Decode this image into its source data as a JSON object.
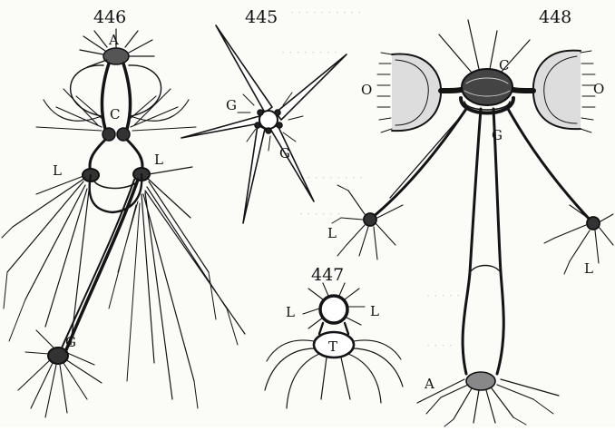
{
  "figures": {
    "fig446": {
      "number": "446",
      "labels": {
        "A": "A",
        "C": "C",
        "L_left": "L",
        "L_right": "L",
        "G": "G"
      }
    },
    "fig445": {
      "number": "445",
      "labels": {
        "G_left": "G",
        "G_right": "G"
      }
    },
    "fig447": {
      "number": "447",
      "labels": {
        "L_left": "L",
        "L_right": "L",
        "T": "T"
      }
    },
    "fig448": {
      "number": "448",
      "labels": {
        "O_left": "O",
        "O_right": "O",
        "C": "C",
        "G": "G",
        "L_left": "L",
        "L_right": "L",
        "A": "A"
      }
    }
  },
  "colors": {
    "ink": "#141414",
    "paper": "#fbfbf8"
  }
}
